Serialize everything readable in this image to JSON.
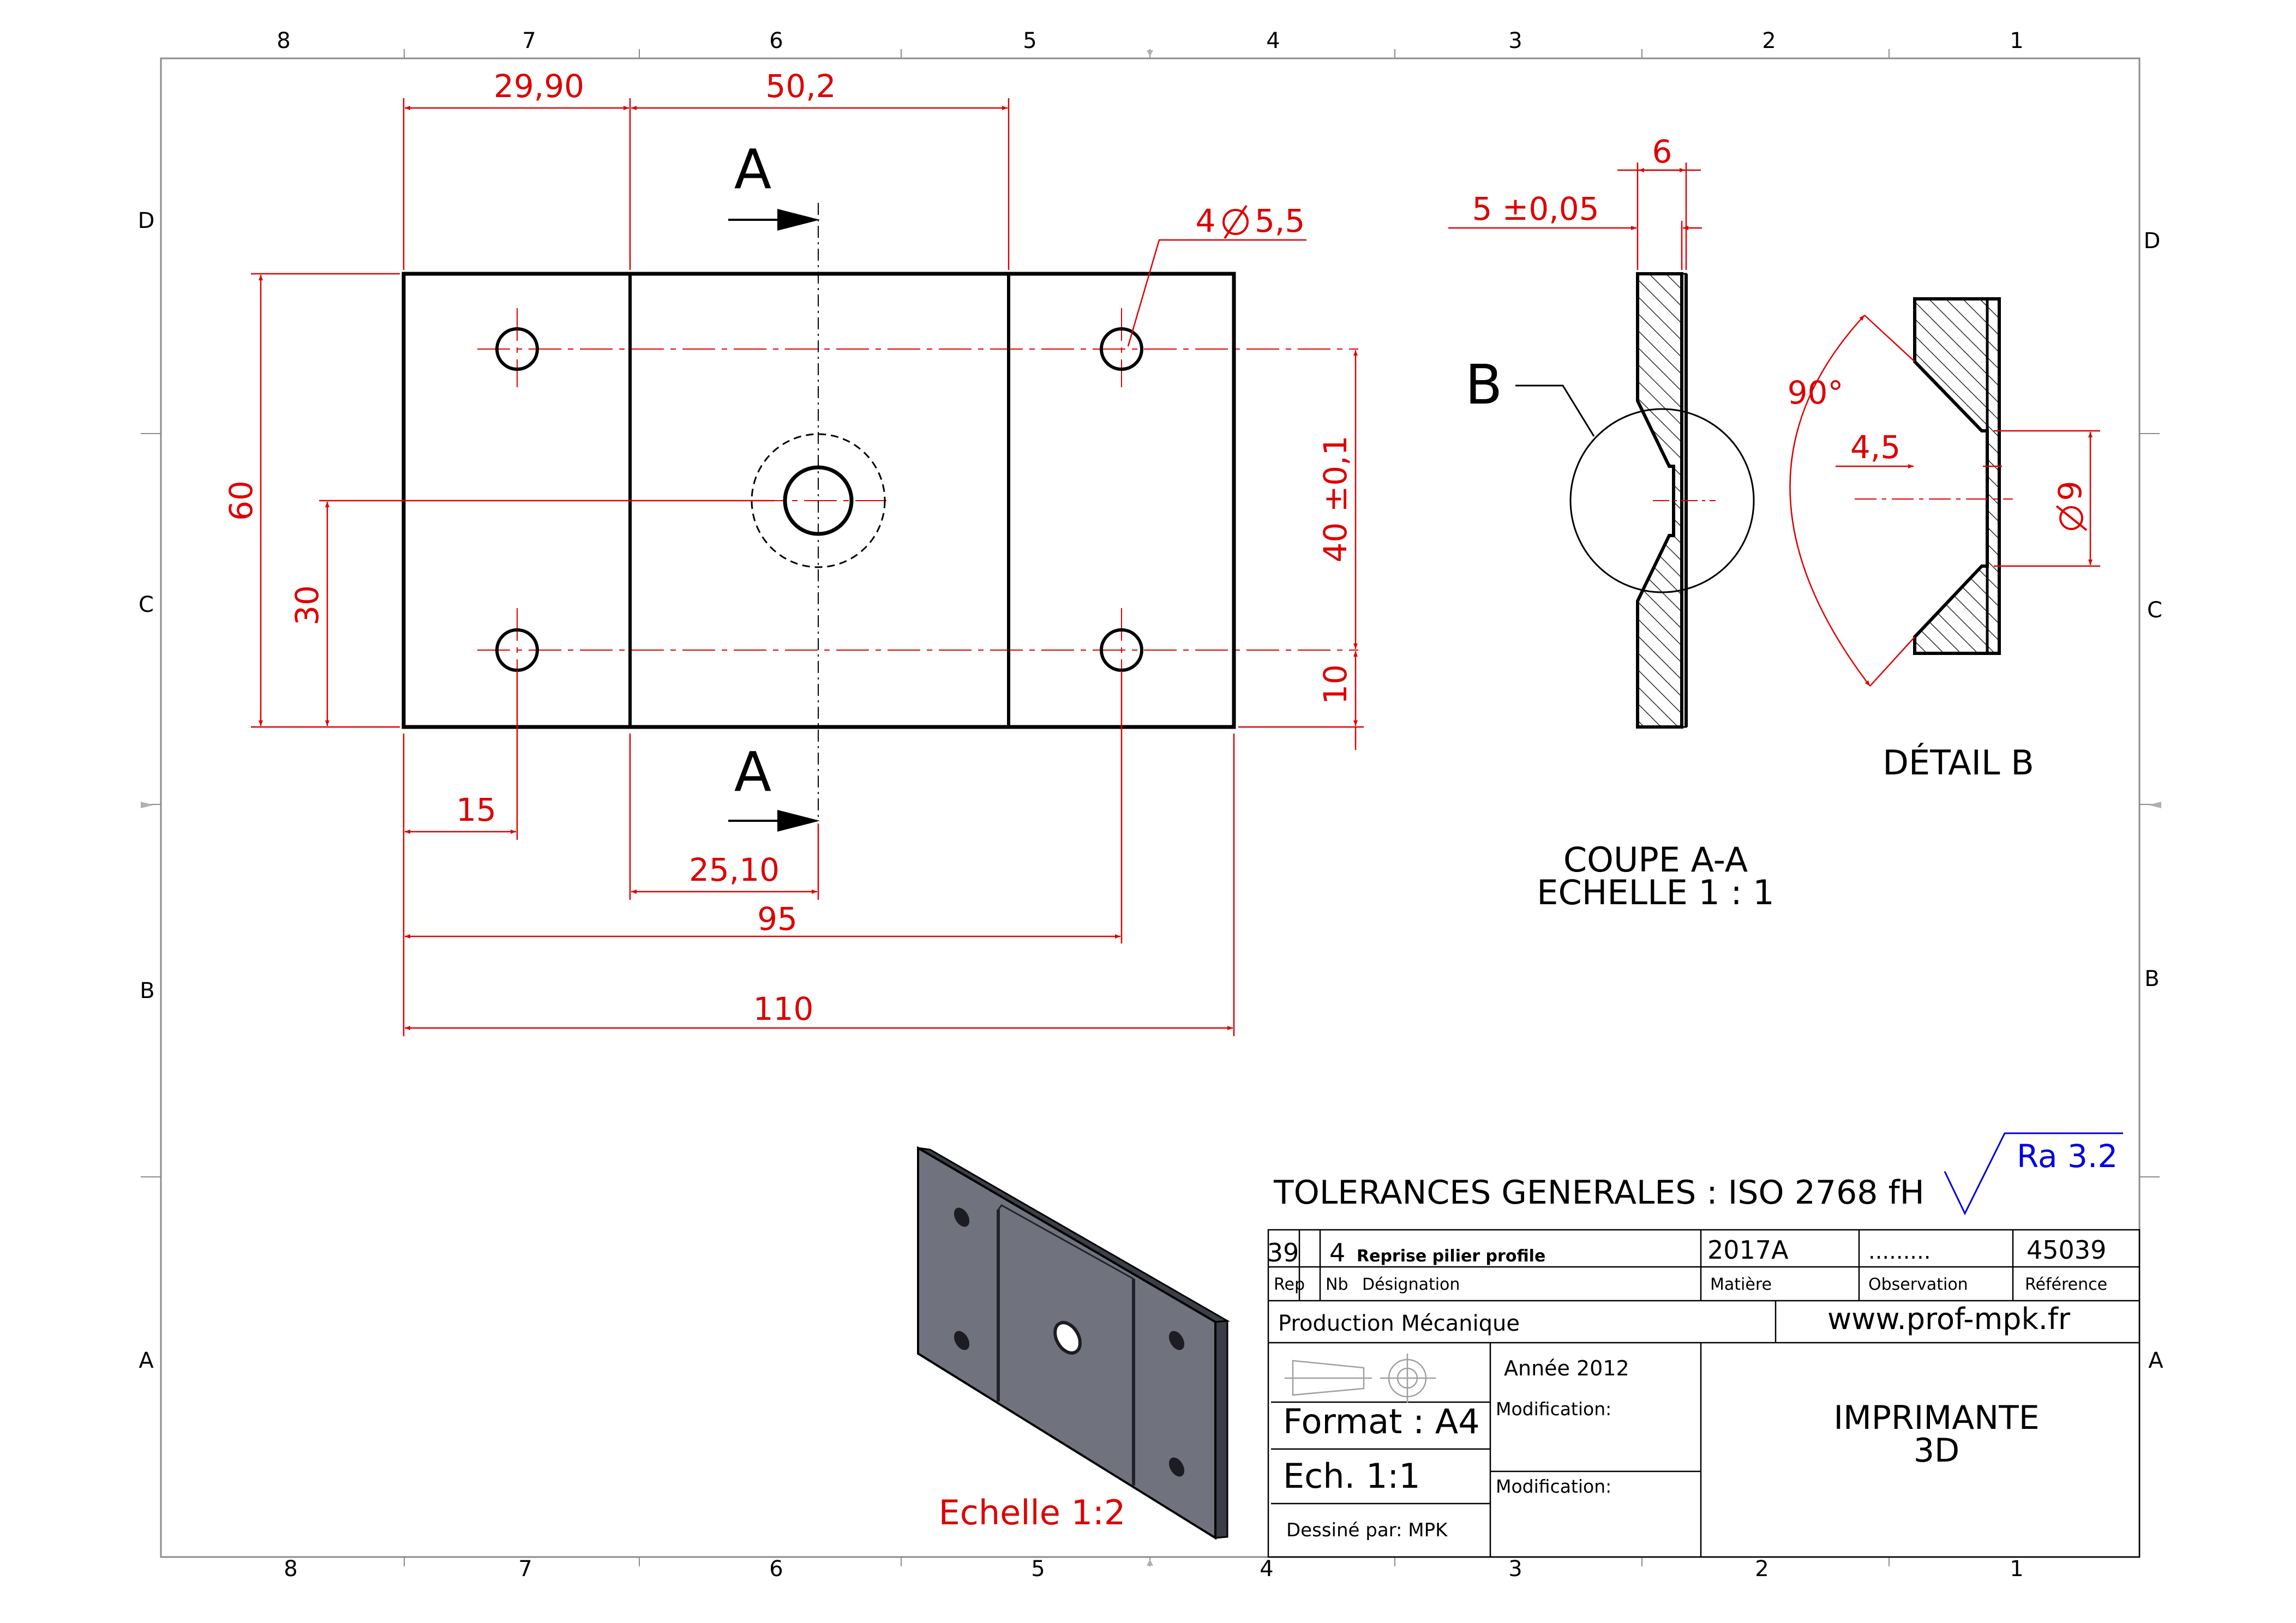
{
  "border": {
    "columns": [
      "8",
      "7",
      "6",
      "5",
      "4",
      "3",
      "2",
      "1"
    ],
    "rows": [
      "D",
      "C",
      "B",
      "A"
    ]
  },
  "front_view": {
    "section_letter_top": "A",
    "section_letter_bottom": "A",
    "dimensions": {
      "d_29_90": "29,90",
      "d_50_2": "50,2",
      "d_holes": "4",
      "d_holes_dia": "5,5",
      "d_60": "60",
      "d_30": "30",
      "d_40": "40 ±0,1",
      "d_10": "10",
      "d_15": "15",
      "d_25_10": "25,10",
      "d_95": "95",
      "d_110": "110"
    }
  },
  "section_view": {
    "dim_6": "6",
    "dim_5": "5 ±0,05",
    "detail_letter": "B",
    "caption_line1": "COUPE A-A",
    "caption_line2": "ECHELLE 1 : 1"
  },
  "detail_view": {
    "angle": "90°",
    "dim_4_5": "4,5",
    "dim_dia": "9",
    "caption": "DÉTAIL B"
  },
  "iso_view": {
    "caption": "Echelle 1:2"
  },
  "title_block": {
    "tolerances": "TOLERANCES GENERALES : ISO 2768 fH",
    "roughness": "Ra 3.2",
    "rep": "39",
    "nb": "4",
    "designation": "Reprise pilier profile",
    "material": "2017A",
    "observation": ".........",
    "reference": "45039",
    "labels": {
      "rep": "Rep",
      "nb": "Nb",
      "designation": "Désignation",
      "material": "Matière",
      "observation": "Observation",
      "reference": "Référence"
    },
    "department": "Production Mécanique",
    "website": "www.prof-mpk.fr",
    "year": "Année 2012",
    "modification_1": "Modification:",
    "modification_2": "Modification:",
    "format": "Format : A4",
    "scale": "Ech. 1:1",
    "drawn_by": "Dessiné par: MPK",
    "project_line1": "IMPRIMANTE",
    "project_line2": "3D"
  },
  "colors": {
    "dimension": "#dd0000",
    "outline": "#000000",
    "roughness": "#0000dd",
    "iso_face": "#70727e"
  }
}
